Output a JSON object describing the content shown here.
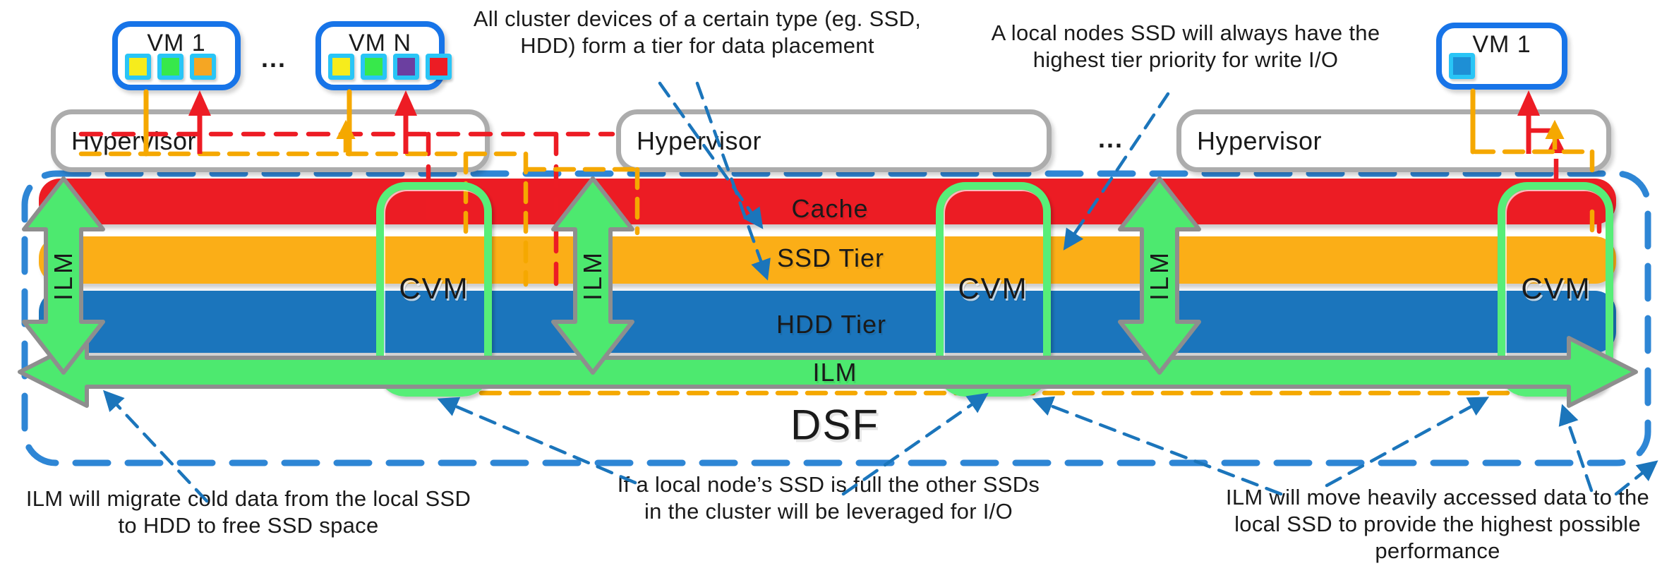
{
  "vms": {
    "vm1": {
      "label": "VM 1",
      "squares": [
        "#f6ec1c",
        "#37e84b",
        "#f5a623"
      ]
    },
    "vmN": {
      "label": "VM N",
      "squares": [
        "#f6ec1c",
        "#37e84b",
        "#6b3fa0",
        "#ec1c24"
      ]
    },
    "vmRight": {
      "label": "VM 1",
      "squares": [
        "#1e8fd5"
      ]
    },
    "ellipsis_top": "..."
  },
  "hypervisors": [
    "Hypervisor",
    "Hypervisor",
    "Hypervisor"
  ],
  "hypervisor_ellipsis": "...",
  "tiers": {
    "cache": "Cache",
    "ssd": "SSD Tier",
    "hdd": "HDD Tier"
  },
  "ilm": {
    "horizontal_bar_label": "ILM",
    "vertical_arrow_labels": [
      "ILM",
      "ILM",
      "ILM"
    ]
  },
  "dsf_label": "DSF",
  "cvms": [
    "CVM",
    "CVM",
    "CVM"
  ],
  "annotations": {
    "top_middle": "All cluster devices of a certain type (eg. SSD, HDD) form a tier for data placement",
    "top_right": "A local nodes SSD will always have the highest tier priority for write I/O",
    "bottom_left": "ILM will migrate cold data from the local SSD to HDD to free SSD space",
    "bottom_middle": "If a local node’s SSD is full the other SSDs in the cluster will be leveraged for I/O",
    "bottom_right": "ILM will move heavily accessed data to the local SSD to provide the highest possible performance"
  },
  "colors": {
    "cache_red": "#ec1c24",
    "ssd_orange": "#fbae17",
    "hdd_blue": "#1b75bc",
    "ilm_green": "#4de96f",
    "cvm_tube_green": "#57ee78",
    "vm_border_blue": "#1774e8",
    "disk_square_cyan_border": "#29c5f6",
    "dsf_border_blue": "#2e86d5",
    "annotation_arrow_blue": "#1b75bb",
    "io_path_orange": "#f5a800",
    "io_path_red": "#ed1c24",
    "hypervisor_gray": "#acacac"
  }
}
